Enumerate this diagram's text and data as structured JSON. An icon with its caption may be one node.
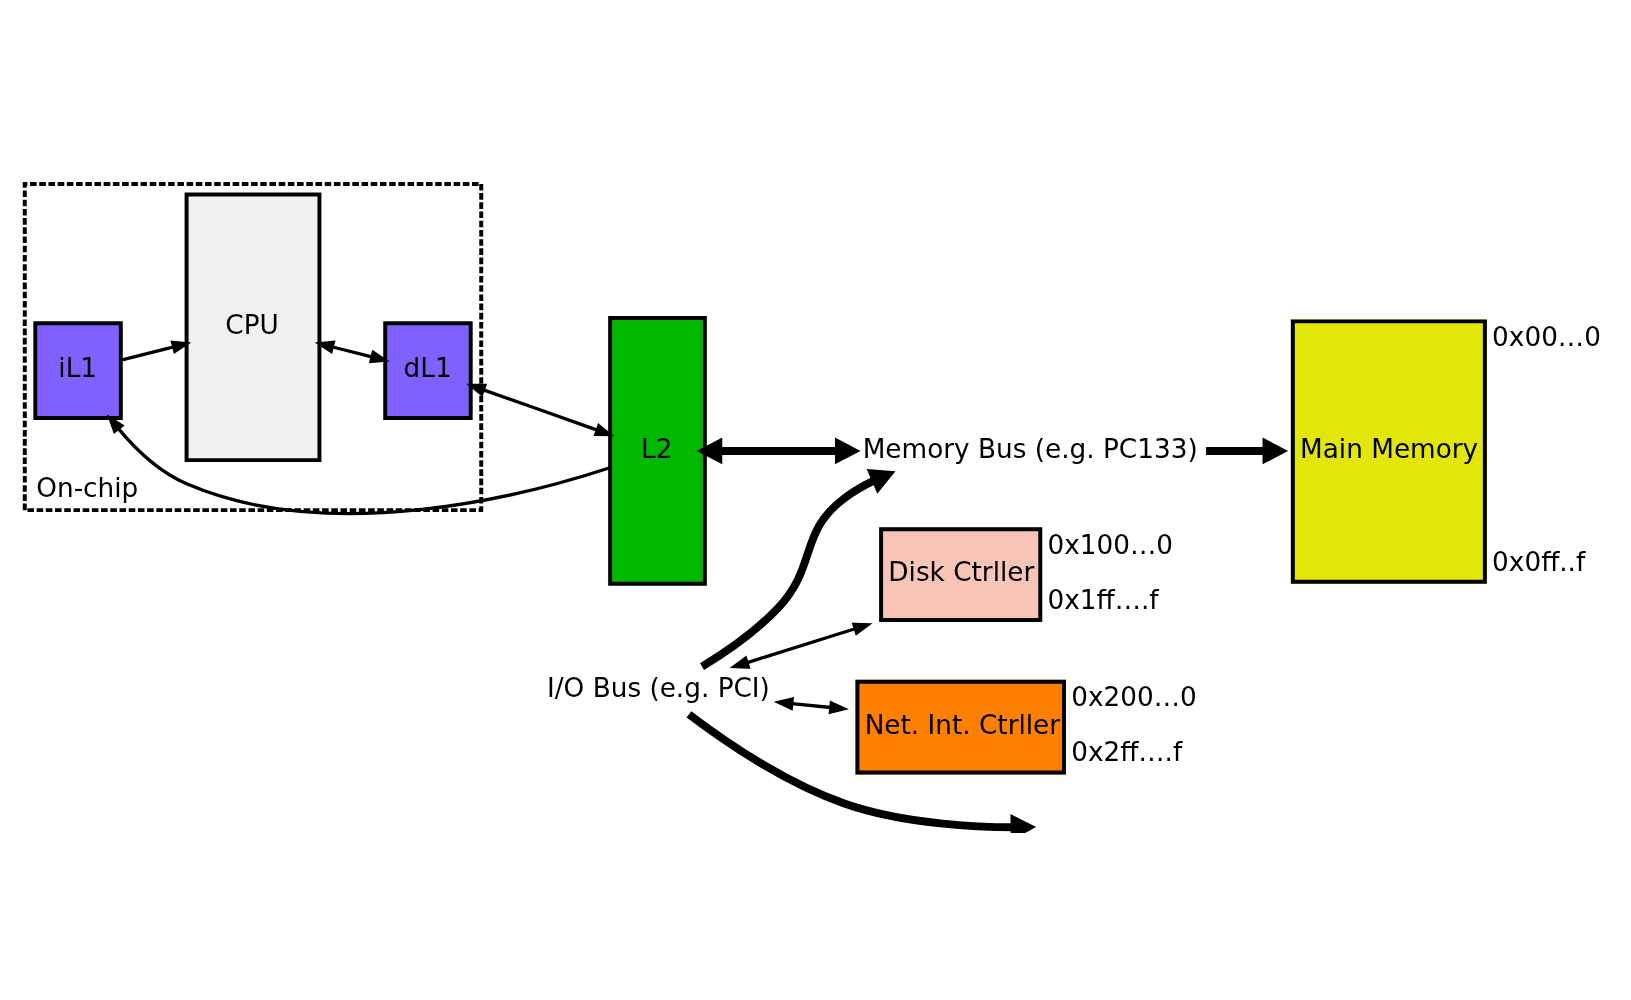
{
  "diagram": {
    "nodes": [
      {
        "text": [
          "On-chip"
        ]
      },
      {
        "text": [
          "CPU"
        ],
        "in": 0
      },
      {
        "text": [
          "iL1"
        ],
        "in": 0
      },
      {
        "text": [
          "dL1"
        ],
        "in": 0
      },
      {
        "text": [
          "L2"
        ]
      },
      {
        "text": [
          "Memory Bus (e.g. PC133)"
        ]
      },
      {
        "text": [
          "Main Memory"
        ],
        "beside": [
          "0x00…0",
          "0x0ff..f"
        ]
      },
      {
        "text": [
          "I/O Bus (e.g. PCI)"
        ]
      },
      {
        "text": [
          "Disk Ctrller"
        ],
        "beside": [
          "0x100…0",
          "0x1ff….f"
        ]
      },
      {
        "text": [
          "Net. Int. Ctrller"
        ],
        "beside": [
          "0x200…0",
          "0x2ff….f"
        ]
      }
    ],
    "edges": [
      {
        "from": 2,
        "to": 1,
        "arrow": "to"
      },
      {
        "from": 4,
        "to": 2,
        "arrow": "to"
      },
      {
        "from": 1,
        "to": 3,
        "arrow": "both"
      },
      {
        "from": 3,
        "to": 4,
        "arrow": "both"
      },
      {
        "from": 4,
        "to": 5,
        "arrow": "both",
        "style": "thick"
      },
      {
        "from": 5,
        "to": 6,
        "arrow": "to",
        "style": "thick"
      },
      {
        "from": 7,
        "to": 5,
        "arrow": "to",
        "style": "thick"
      },
      {
        "from": 7,
        "to": 8,
        "arrow": "both"
      },
      {
        "from": 7,
        "to": 9,
        "arrow": "both"
      },
      {
        "from": 7,
        "to": null,
        "arrow": "to",
        "style": "thick"
      }
    ]
  }
}
